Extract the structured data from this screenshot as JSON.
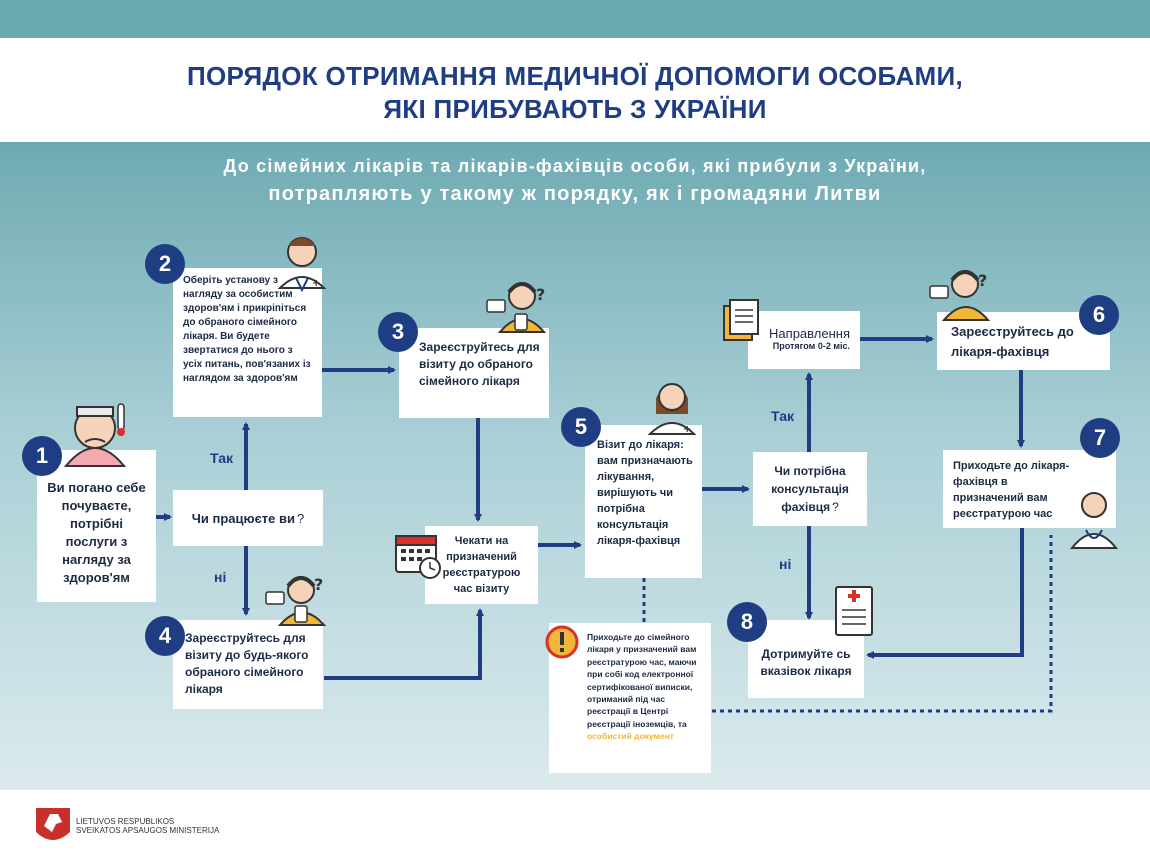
{
  "title": {
    "line1": "ПОРЯДОК ОТРИМАННЯ МЕДИЧНОЇ ДОПОМОГИ ОСОБАМИ,",
    "line2": "ЯКІ ПРИБУВАЮТЬ З УКРАЇНИ"
  },
  "subtitle": {
    "line1": "До сімейних лікарів та лікарів-фахівців особи, які прибули з України,",
    "line2": "потрапляють у такому ж порядку, як і громадяни Литви"
  },
  "steps": {
    "s1": {
      "number": "1",
      "text": "Ви погано себе почуваєте, потрібні послуги з нагляду за здоров'ям"
    },
    "s2": {
      "number": "2",
      "text": "Оберіть установу з нагляду за особистим здоров'ям і прикріпіться до обраного сімейного лікаря. Ви будете звертатися до нього з усіх питань, пов'язаних із наглядом за здоров'ям"
    },
    "s3": {
      "number": "3",
      "text": "Зареєструйтесь для візиту до обраного сімейного лікаря"
    },
    "s4": {
      "number": "4",
      "text": "Зареєструйтесь для візиту до будь-якого обраного сімейного лікаря"
    },
    "s5": {
      "number": "5",
      "text": "Візит до лікаря: вам призначають лікування, вирішують чи потрібна консультація лікаря-фахівця"
    },
    "s6": {
      "number": "6",
      "text": "Зареєструйтесь до лікаря-фахівця"
    },
    "s7": {
      "number": "7",
      "text": "Приходьте до лікаря-фахівця в призначений вам реєстратурою час"
    },
    "s8": {
      "number": "8",
      "text": "Дотримуйте сь вказівок лікаря"
    }
  },
  "decisions": {
    "work": {
      "text": "Чи працюєте ви",
      "mark": "?"
    },
    "consult": {
      "text": "Чи потрібна консультація фахівця",
      "mark": "?"
    }
  },
  "wait_box": "Чекати на призначений реєстратурою час візиту",
  "referral": {
    "title": "Направлення",
    "sub": "Протягом 0-2 міс."
  },
  "note": {
    "text": "Приходьте до сімейного лікаря у призначений вам реєстратурою час, маючи при собі код електронної сертифікованої виписки, отриманий під час реєстрації в Центрі реєстрації іноземців, та",
    "highlight": "особистий документ"
  },
  "labels": {
    "yes1": "Так",
    "no1": "ні",
    "yes2": "Так",
    "no2": "ні"
  },
  "ministry": {
    "line1": "LIETUVOS RESPUBLIKOS",
    "line2": "SVEIKATOS APSAUGOS MINISTERIJA"
  },
  "icons": [
    "sick-person-icon",
    "doctor-icon",
    "person-phone-icon",
    "calendar-clock-icon",
    "documents-icon",
    "medical-report-icon",
    "warning-icon",
    "coat-of-arms-icon"
  ],
  "colors": {
    "navy": "#1f3d82",
    "teal": "#6aa9af",
    "accent": "#f2b63a",
    "red": "#c9302c"
  }
}
